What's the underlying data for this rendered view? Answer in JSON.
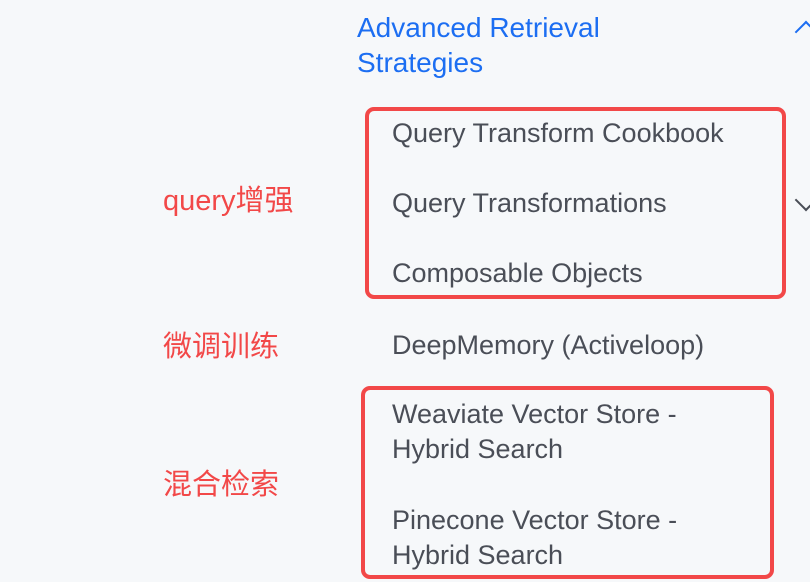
{
  "sidebar": {
    "section_title": "Advanced Retrieval Strategies",
    "items": [
      {
        "label": "Query Transform Cookbook"
      },
      {
        "label": "Query Transformations"
      },
      {
        "label": "Composable Objects"
      },
      {
        "label": "DeepMemory (Activeloop)"
      },
      {
        "label": "Weaviate Vector Store - Hybrid Search"
      },
      {
        "label": "Pinecone Vector Store - Hybrid Search"
      }
    ]
  },
  "annotations": {
    "query_label": "query增强",
    "finetune_label": "微调训练",
    "hybrid_label": "混合检索"
  },
  "colors": {
    "accent": "#1c6ef2",
    "annotation": "#f24848",
    "text": "#4a4e57"
  }
}
